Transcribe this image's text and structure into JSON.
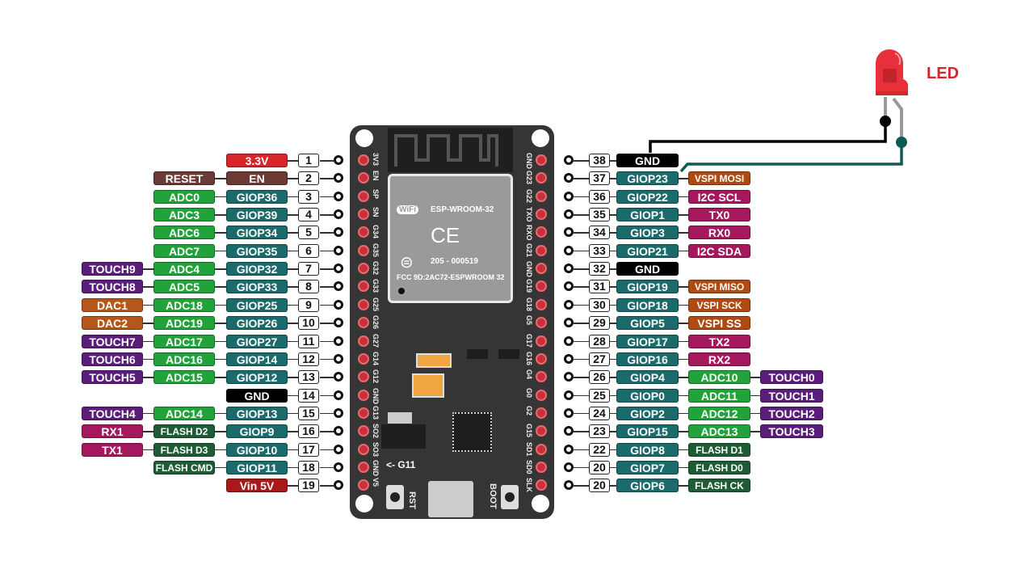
{
  "colors": {
    "power": "#d8242b",
    "reset": "#6b3a34",
    "gpio": "#1b6a6c",
    "adc": "#22a23a",
    "touch": "#5a1e7a",
    "dac": "#b5571b",
    "uart": "#a5185e",
    "vspi": "#b04a12",
    "flash": "#1e5c36",
    "gnd": "#000000",
    "vin": "#a81a1a",
    "wire_gnd": "#000000",
    "wire_signal": "#0c5a55",
    "led": "#e8303a"
  },
  "led": {
    "label": "LED"
  },
  "board": {
    "module_name": "ESP-WROOM-32",
    "wifi_logo": "WiFi",
    "ce_mark": "CE",
    "cert_number": "205 - 000519",
    "fcc_id": "FCC 9D:2AC72-ESPWROOM 32",
    "rst_label": "RST",
    "boot_label": "BOOT",
    "g11_label": "<- G11",
    "left_silk": [
      "3V3",
      "EN",
      "SP",
      "SN",
      "G34",
      "G35",
      "G32",
      "G33",
      "G25",
      "G26",
      "G27",
      "G14",
      "G12",
      "GND",
      "G13",
      "SO2",
      "SO3",
      "GND",
      "V5"
    ],
    "right_silk": [
      "GND",
      "G23",
      "G22",
      "TXO",
      "RXO",
      "G21",
      "GND",
      "G19",
      "G18",
      "G5",
      "G17",
      "G16",
      "G4",
      "G0",
      "G2",
      "G15",
      "SD1",
      "SD0",
      "SLK"
    ]
  },
  "left_pins": [
    {
      "num": "1",
      "labels": [
        {
          "text": "3.3V",
          "type": "power"
        }
      ]
    },
    {
      "num": "2",
      "labels": [
        {
          "text": "EN",
          "type": "reset"
        },
        {
          "text": "RESET",
          "type": "reset"
        }
      ]
    },
    {
      "num": "3",
      "labels": [
        {
          "text": "GIOP36",
          "type": "gpio"
        },
        {
          "text": "ADC0",
          "type": "adc"
        }
      ]
    },
    {
      "num": "4",
      "labels": [
        {
          "text": "GIOP39",
          "type": "gpio"
        },
        {
          "text": "ADC3",
          "type": "adc"
        }
      ]
    },
    {
      "num": "5",
      "labels": [
        {
          "text": "GIOP34",
          "type": "gpio"
        },
        {
          "text": "ADC6",
          "type": "adc"
        }
      ]
    },
    {
      "num": "6",
      "labels": [
        {
          "text": "GIOP35",
          "type": "gpio"
        },
        {
          "text": "ADC7",
          "type": "adc"
        }
      ]
    },
    {
      "num": "7",
      "labels": [
        {
          "text": "GIOP32",
          "type": "gpio"
        },
        {
          "text": "ADC4",
          "type": "adc"
        },
        {
          "text": "TOUCH9",
          "type": "touch"
        }
      ]
    },
    {
      "num": "8",
      "labels": [
        {
          "text": "GIOP33",
          "type": "gpio"
        },
        {
          "text": "ADC5",
          "type": "adc"
        },
        {
          "text": "TOUCH8",
          "type": "touch"
        }
      ]
    },
    {
      "num": "9",
      "labels": [
        {
          "text": "GIOP25",
          "type": "gpio"
        },
        {
          "text": "ADC18",
          "type": "adc"
        },
        {
          "text": "DAC1",
          "type": "dac"
        }
      ]
    },
    {
      "num": "10",
      "labels": [
        {
          "text": "GIOP26",
          "type": "gpio"
        },
        {
          "text": "ADC19",
          "type": "adc"
        },
        {
          "text": "DAC2",
          "type": "dac"
        }
      ]
    },
    {
      "num": "11",
      "labels": [
        {
          "text": "GIOP27",
          "type": "gpio"
        },
        {
          "text": "ADC17",
          "type": "adc"
        },
        {
          "text": "TOUCH7",
          "type": "touch"
        }
      ]
    },
    {
      "num": "12",
      "labels": [
        {
          "text": "GIOP14",
          "type": "gpio"
        },
        {
          "text": "ADC16",
          "type": "adc"
        },
        {
          "text": "TOUCH6",
          "type": "touch"
        }
      ]
    },
    {
      "num": "13",
      "labels": [
        {
          "text": "GIOP12",
          "type": "gpio"
        },
        {
          "text": "ADC15",
          "type": "adc"
        },
        {
          "text": "TOUCH5",
          "type": "touch"
        }
      ]
    },
    {
      "num": "14",
      "labels": [
        {
          "text": "GND",
          "type": "gnd"
        }
      ]
    },
    {
      "num": "15",
      "labels": [
        {
          "text": "GIOP13",
          "type": "gpio"
        },
        {
          "text": "ADC14",
          "type": "adc"
        },
        {
          "text": "TOUCH4",
          "type": "touch"
        }
      ]
    },
    {
      "num": "16",
      "labels": [
        {
          "text": "GIOP9",
          "type": "gpio"
        },
        {
          "text": "FLASH D2",
          "type": "flash"
        },
        {
          "text": "RX1",
          "type": "uart"
        }
      ]
    },
    {
      "num": "17",
      "labels": [
        {
          "text": "GIOP10",
          "type": "gpio"
        },
        {
          "text": "FLASH D3",
          "type": "flash"
        },
        {
          "text": "TX1",
          "type": "uart"
        }
      ]
    },
    {
      "num": "18",
      "labels": [
        {
          "text": "GIOP11",
          "type": "gpio"
        },
        {
          "text": "FLASH CMD",
          "type": "flash"
        }
      ]
    },
    {
      "num": "19",
      "labels": [
        {
          "text": "Vin 5V",
          "type": "vin"
        }
      ]
    }
  ],
  "right_pins": [
    {
      "num": "38",
      "labels": [
        {
          "text": "GND",
          "type": "gnd"
        }
      ]
    },
    {
      "num": "37",
      "labels": [
        {
          "text": "GIOP23",
          "type": "gpio"
        },
        {
          "text": "VSPI MOSI",
          "type": "vspi"
        }
      ]
    },
    {
      "num": "36",
      "labels": [
        {
          "text": "GIOP22",
          "type": "gpio"
        },
        {
          "text": "I2C SCL",
          "type": "uart"
        }
      ]
    },
    {
      "num": "35",
      "labels": [
        {
          "text": "GIOP1",
          "type": "gpio"
        },
        {
          "text": "TX0",
          "type": "uart"
        }
      ]
    },
    {
      "num": "34",
      "labels": [
        {
          "text": "GIOP3",
          "type": "gpio"
        },
        {
          "text": "RX0",
          "type": "uart"
        }
      ]
    },
    {
      "num": "33",
      "labels": [
        {
          "text": "GIOP21",
          "type": "gpio"
        },
        {
          "text": "I2C SDA",
          "type": "uart"
        }
      ]
    },
    {
      "num": "32",
      "labels": [
        {
          "text": "GND",
          "type": "gnd"
        }
      ]
    },
    {
      "num": "31",
      "labels": [
        {
          "text": "GIOP19",
          "type": "gpio"
        },
        {
          "text": "VSPI MISO",
          "type": "vspi"
        }
      ]
    },
    {
      "num": "30",
      "labels": [
        {
          "text": "GIOP18",
          "type": "gpio"
        },
        {
          "text": "VSPI SCK",
          "type": "vspi"
        }
      ]
    },
    {
      "num": "29",
      "labels": [
        {
          "text": "GIOP5",
          "type": "gpio"
        },
        {
          "text": "VSPI SS",
          "type": "vspi"
        }
      ]
    },
    {
      "num": "28",
      "labels": [
        {
          "text": "GIOP17",
          "type": "gpio"
        },
        {
          "text": "TX2",
          "type": "uart"
        }
      ]
    },
    {
      "num": "27",
      "labels": [
        {
          "text": "GIOP16",
          "type": "gpio"
        },
        {
          "text": "RX2",
          "type": "uart"
        }
      ]
    },
    {
      "num": "26",
      "labels": [
        {
          "text": "GIOP4",
          "type": "gpio"
        },
        {
          "text": "ADC10",
          "type": "adc"
        },
        {
          "text": "TOUCH0",
          "type": "touch"
        }
      ]
    },
    {
      "num": "25",
      "labels": [
        {
          "text": "GIOP0",
          "type": "gpio"
        },
        {
          "text": "ADC11",
          "type": "adc"
        },
        {
          "text": "TOUCH1",
          "type": "touch"
        }
      ]
    },
    {
      "num": "24",
      "labels": [
        {
          "text": "GIOP2",
          "type": "gpio"
        },
        {
          "text": "ADC12",
          "type": "adc"
        },
        {
          "text": "TOUCH2",
          "type": "touch"
        }
      ]
    },
    {
      "num": "23",
      "labels": [
        {
          "text": "GIOP15",
          "type": "gpio"
        },
        {
          "text": "ADC13",
          "type": "adc"
        },
        {
          "text": "TOUCH3",
          "type": "touch"
        }
      ]
    },
    {
      "num": "22",
      "labels": [
        {
          "text": "GIOP8",
          "type": "gpio"
        },
        {
          "text": "FLASH D1",
          "type": "flash"
        }
      ]
    },
    {
      "num": "20",
      "labels": [
        {
          "text": "GIOP7",
          "type": "gpio"
        },
        {
          "text": "FLASH D0",
          "type": "flash"
        }
      ]
    },
    {
      "num": "20",
      "labels": [
        {
          "text": "GIOP6",
          "type": "gpio"
        },
        {
          "text": "FLASH CK",
          "type": "flash"
        }
      ]
    }
  ]
}
